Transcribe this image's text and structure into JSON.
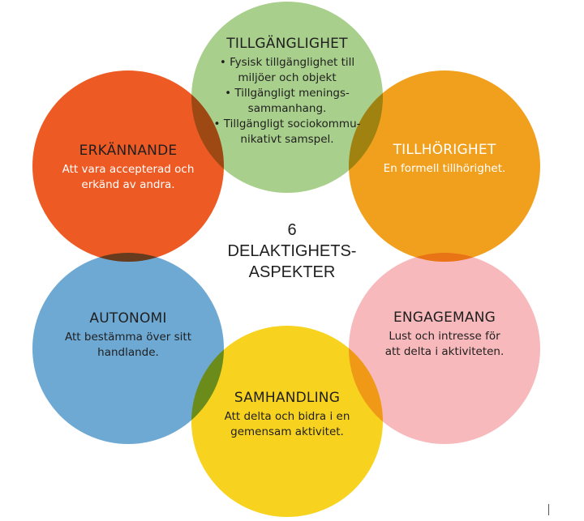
{
  "diagram": {
    "center": {
      "number": "6",
      "line1": "DELAKTIGHETS-",
      "line2": "ASPEKTER"
    },
    "aspects": [
      {
        "key": "tillganglighet",
        "title": "TILLGÄNGLIGHET",
        "description": "• Fysisk tillgänglighet till\nmiljöer och objekt\n• Tillgängligt menings-\nsammanhang.\n• Tillgängligt sociokommu-\nnikativt samspel.",
        "color": "#a9cf8c"
      },
      {
        "key": "tillhorighet",
        "title": "TILLHÖRIGHET",
        "description": "En formell tillhörighet.",
        "color": "#f1a01e"
      },
      {
        "key": "engagemang",
        "title": "ENGAGEMANG",
        "description": "Lust och intresse för\natt delta i aktiviteten.",
        "color": "#f7b9bb"
      },
      {
        "key": "samhandling",
        "title": "SAMHANDLING",
        "description": "Att delta och bidra i en\ngemensam aktivitet.",
        "color": "#f7d31f"
      },
      {
        "key": "autonomi",
        "title": "AUTONOMI",
        "description": "Att bestämma över sitt\nhandlande.",
        "color": "#6ea9d3"
      },
      {
        "key": "erkannande",
        "title": "ERKÄNNANDE",
        "description": "Att vara accepterad och\nerkänd av andra.",
        "color": "#ee5a24"
      }
    ]
  }
}
